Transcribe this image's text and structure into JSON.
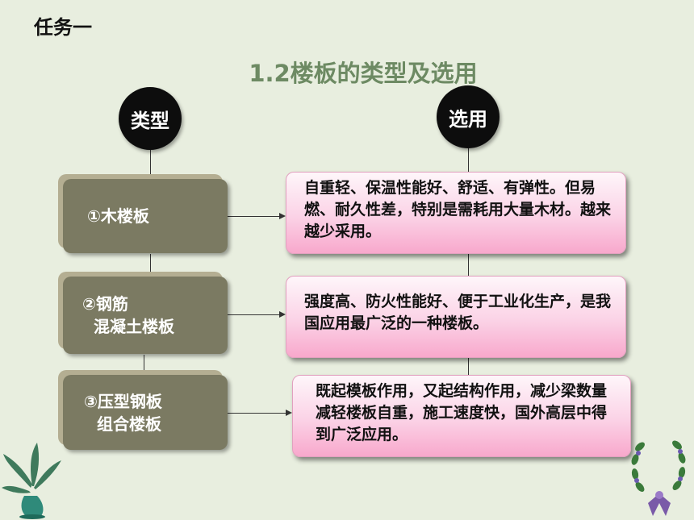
{
  "slide": {
    "task_label": "任务一",
    "title": "1.2楼板的类型及选用"
  },
  "headers": {
    "type": "类型",
    "selection": "选用"
  },
  "types": [
    {
      "lines": [
        "①木楼板"
      ]
    },
    {
      "lines": [
        "②钢筋",
        "混凝土楼板"
      ]
    },
    {
      "lines": [
        "③压型钢板",
        "组合楼板"
      ]
    }
  ],
  "selections": [
    {
      "text": "自重轻、保温性能好、舒适、有弹性。但易燃、耐久性差，特别是需耗用大量木材。越来越少采用。"
    },
    {
      "text": "强度高、防火性能好、便于工业化生产，是我国应用最广泛的一种楼板。"
    },
    {
      "text": "既起模板作用，又起结构作用，减少梁数量减轻楼板自重，施工速度快，国外高层中得到广泛应用。"
    }
  ]
}
